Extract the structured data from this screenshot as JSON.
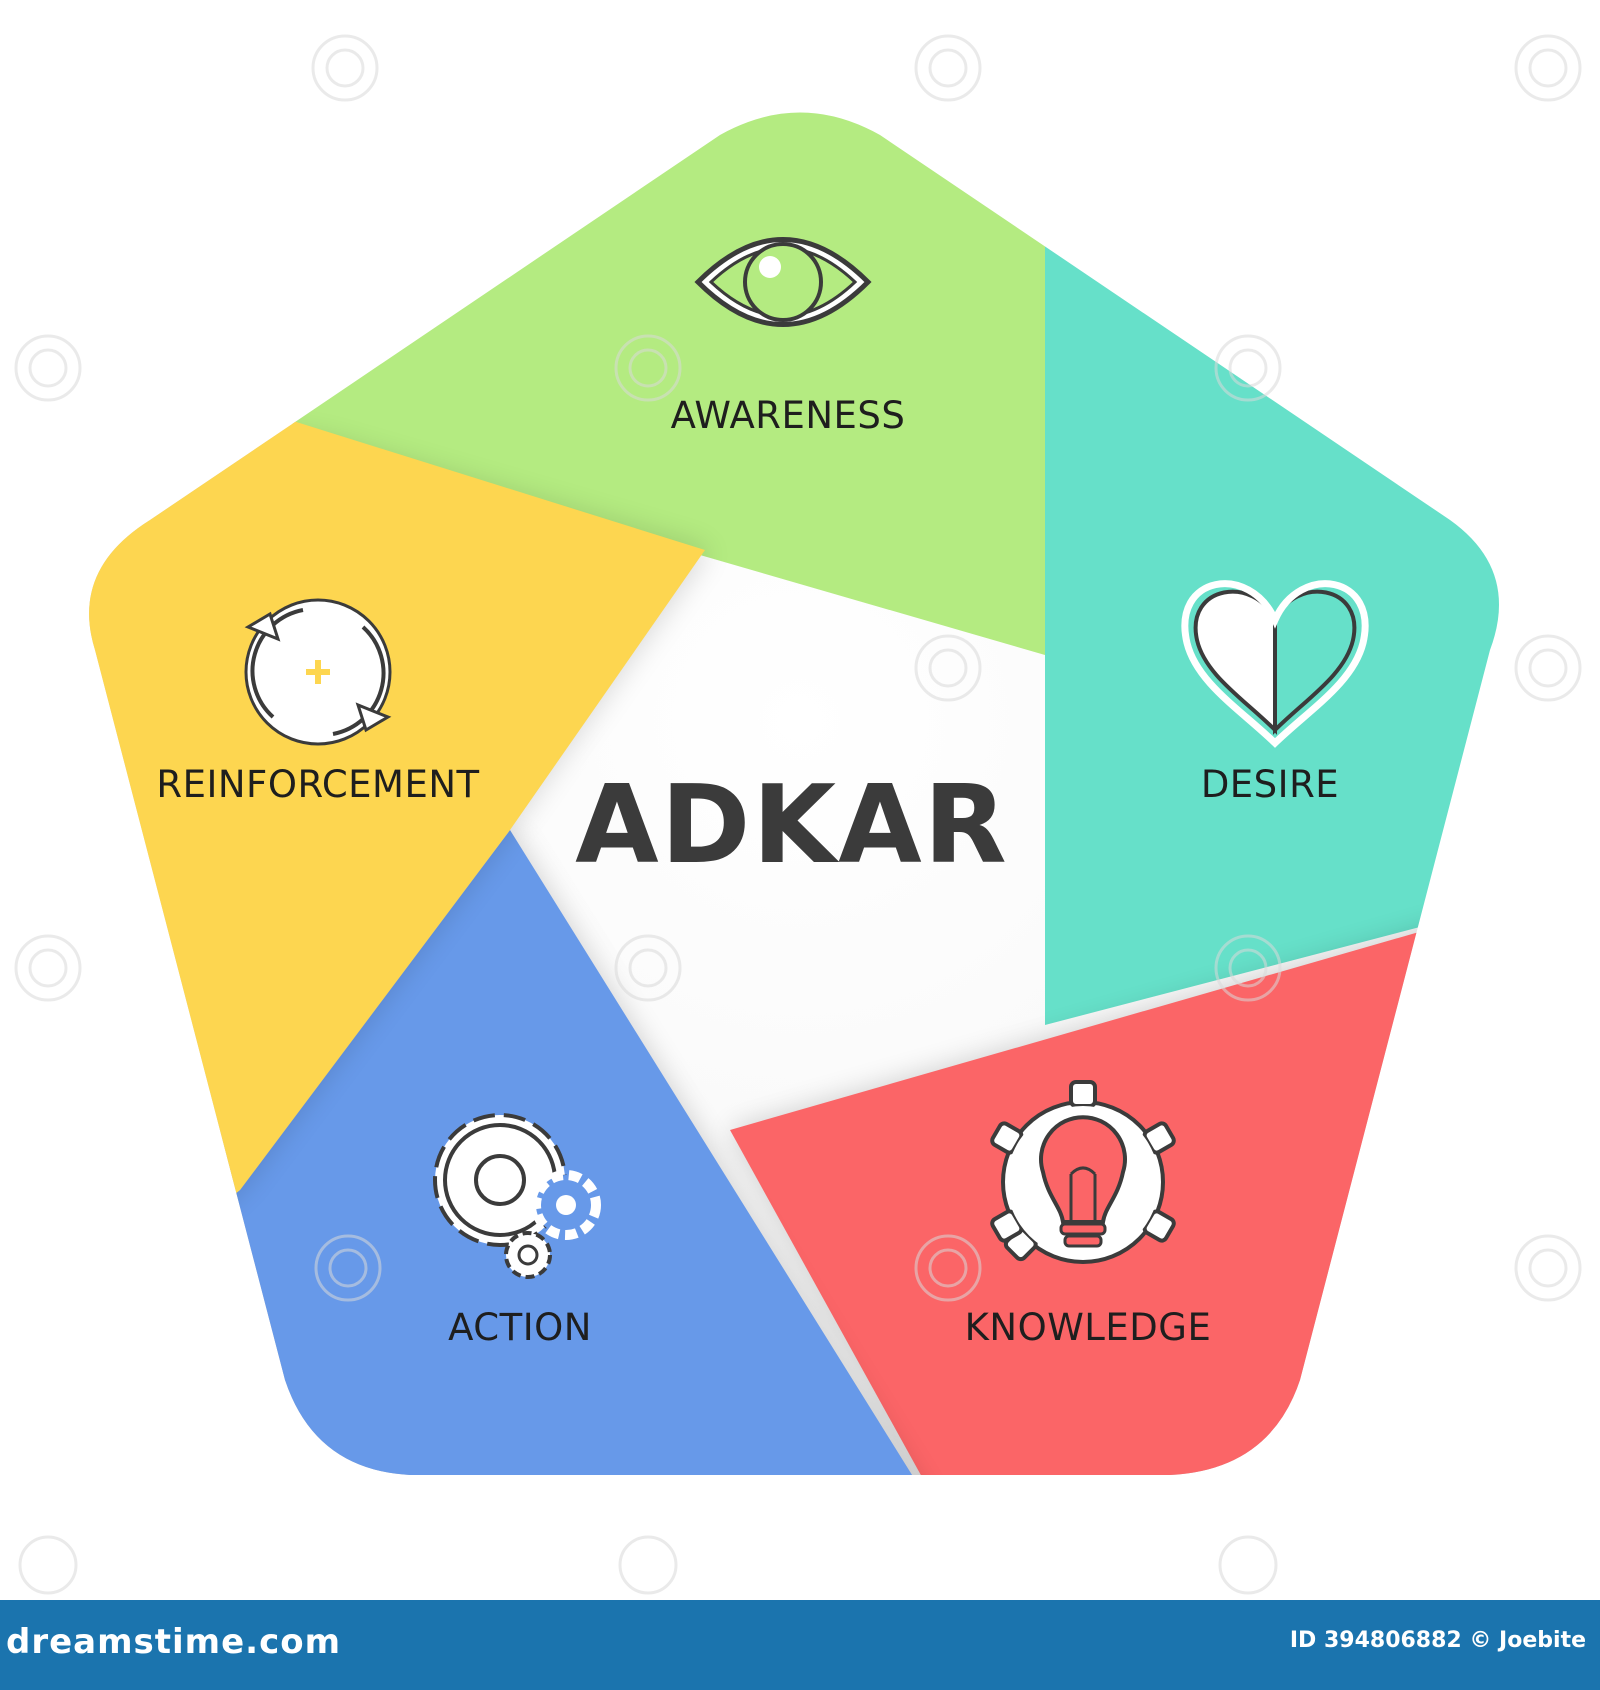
{
  "diagram": {
    "center_title": "ADKAR",
    "segments": [
      {
        "label": "AWARENESS",
        "color": "#b4eb81",
        "icon": "eye-icon"
      },
      {
        "label": "DESIRE",
        "color": "#66e0c9",
        "icon": "heart-icon"
      },
      {
        "label": "KNOWLEDGE",
        "color": "#fb6567",
        "icon": "lightbulb-gear-icon"
      },
      {
        "label": "ACTION",
        "color": "#6799e9",
        "icon": "gears-icon"
      },
      {
        "label": "REINFORCEMENT",
        "color": "#fdd650",
        "icon": "refresh-cycle-icon"
      }
    ]
  },
  "footer": {
    "site": "dreamstime.com",
    "credit": "ID 394806882 © Joebite",
    "color": "#1b74ae"
  }
}
